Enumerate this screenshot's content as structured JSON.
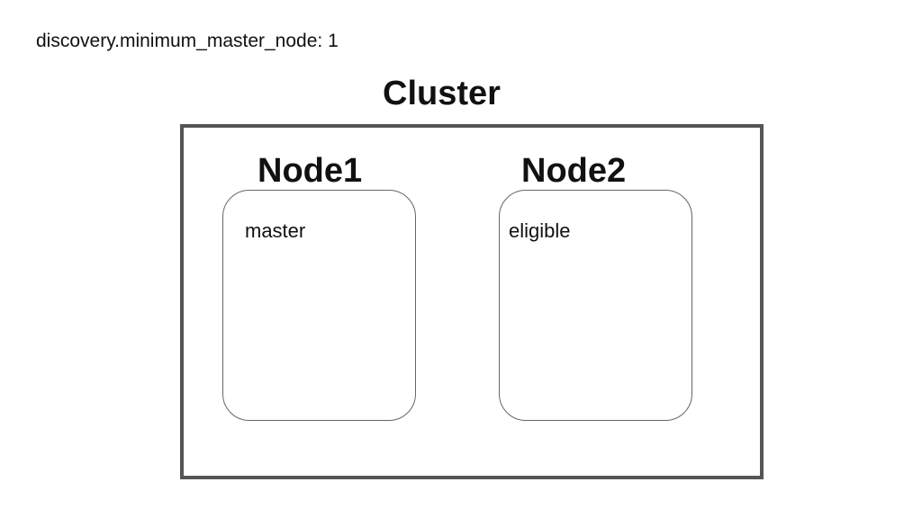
{
  "setting": {
    "text": "discovery.minimum_master_node: 1"
  },
  "cluster": {
    "title": "Cluster",
    "nodes": [
      {
        "title": "Node1",
        "role": "master"
      },
      {
        "title": "Node2",
        "role": "eligible"
      }
    ]
  },
  "colors": {
    "cluster_border": "#555555",
    "node_border": "#666666",
    "text": "#111111",
    "background": "#ffffff"
  }
}
